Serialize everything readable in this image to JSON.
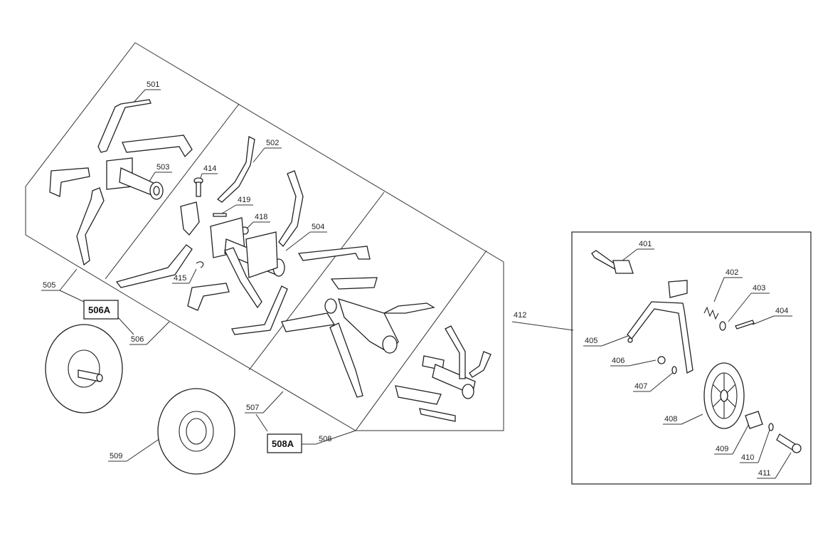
{
  "labels": {
    "p401": "401",
    "p402": "402",
    "p403": "403",
    "p404": "404",
    "p405": "405",
    "p406": "406",
    "p407": "407",
    "p408": "408",
    "p409": "409",
    "p410": "410",
    "p411": "411",
    "p412": "412",
    "p414": "414",
    "p415": "415",
    "p418": "418",
    "p419": "419",
    "p501": "501",
    "p502": "502",
    "p503": "503",
    "p504": "504",
    "p505": "505",
    "p506": "506",
    "p506A": "506A",
    "p507": "507",
    "p508": "508",
    "p508A": "508A",
    "p509": "509"
  }
}
